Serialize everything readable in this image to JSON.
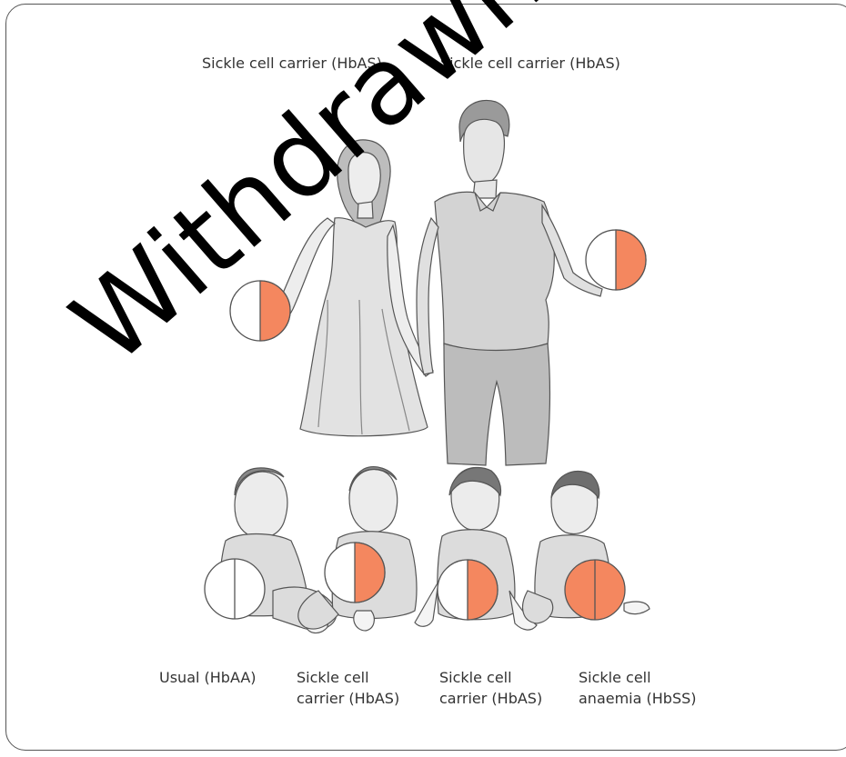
{
  "parents": [
    {
      "label": "Sickle cell carrier (HbAS)",
      "genotype": "HbAS",
      "ball_fill": "half"
    },
    {
      "label": "Sickle cell carrier (HbAS)",
      "genotype": "HbAS",
      "ball_fill": "half"
    }
  ],
  "children": [
    {
      "line1": "Usual (HbAA)",
      "line2": "",
      "genotype": "HbAA",
      "ball_fill": "none"
    },
    {
      "line1": "Sickle cell",
      "line2": "carrier (HbAS)",
      "genotype": "HbAS",
      "ball_fill": "half"
    },
    {
      "line1": "Sickle cell",
      "line2": "carrier (HbAS)",
      "genotype": "HbAS",
      "ball_fill": "half"
    },
    {
      "line1": "Sickle cell",
      "line2": "anaemia (HbSS)",
      "genotype": "HbSS",
      "ball_fill": "full"
    }
  ],
  "watermark": {
    "text": "Withdrawn September"
  },
  "colors": {
    "sickle": "#f4875f",
    "figure_fill": "#e8e8e8",
    "outline": "#555555"
  }
}
